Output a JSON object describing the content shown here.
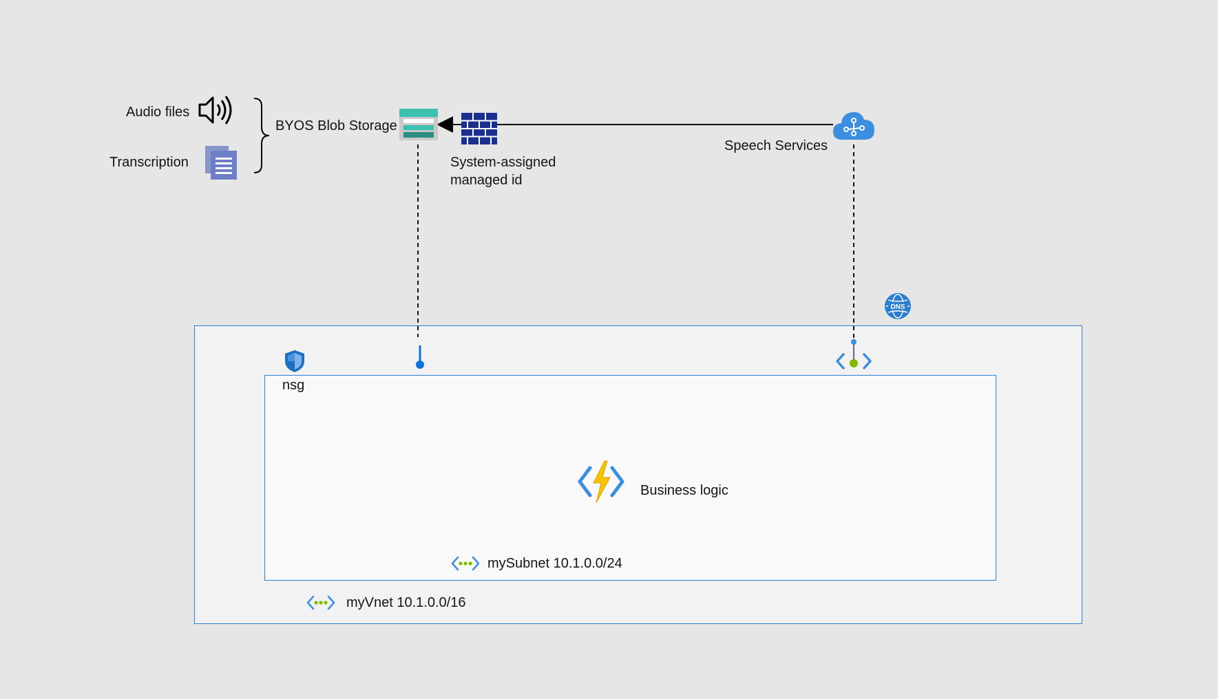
{
  "diagram": {
    "storage_inputs": {
      "audio_label": "Audio files",
      "transcription_label": "Transcription"
    },
    "storage_label": "BYOS Blob Storage",
    "managed_id_label": {
      "line1": "System-assigned",
      "line2": "managed id"
    },
    "speech_label": "Speech Services",
    "nsg_label": "nsg",
    "function_label": "Business logic",
    "subnet_label": "mySubnet 10.1.0.0/24",
    "vnet_label": "myVnet 10.1.0.0/16",
    "dns_badge": "DNS",
    "colors": {
      "background": "#e6e6e6",
      "vnet_fill": "#f2f2f2",
      "subnet_fill": "#f9f9f9",
      "border_blue": "#2b7ed0",
      "storage_teal": "#3cc0b0",
      "firewall_navy": "#1a2f8f",
      "cloud_blue": "#3b8fe0",
      "function_yellow": "#f7c200",
      "endpoint_green": "#7fba00"
    },
    "icons": {
      "audio": "speaker-icon",
      "transcription": "document-icon",
      "storage": "blob-storage-icon",
      "firewall": "firewall-icon",
      "speech": "cognitive-cloud-icon",
      "dns": "dns-zone-icon",
      "nsg": "shield-icon",
      "private_endpoint": "private-endpoint-icon",
      "function": "function-app-icon",
      "subnet": "subnet-icon",
      "vnet": "vnet-icon"
    }
  }
}
